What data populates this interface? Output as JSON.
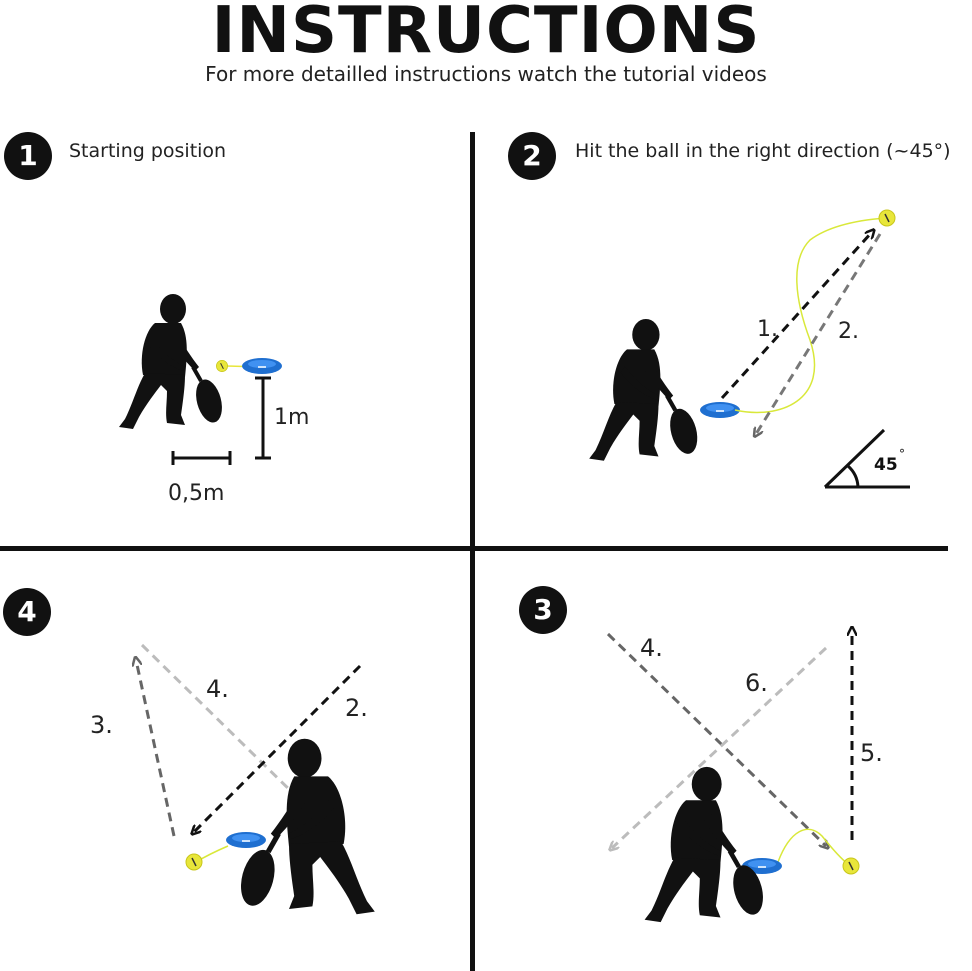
{
  "header": {
    "title": "INSTRUCTIONS",
    "subtitle": "For more detailled instructions watch the tutorial videos"
  },
  "steps": [
    {
      "number": "1",
      "label": "Starting position",
      "measures": {
        "height": "1m",
        "distance": "0,5m"
      }
    },
    {
      "number": "2",
      "label": "Hit the ball in the right direction (~45°)",
      "arrows": [
        "1.",
        "2."
      ],
      "angle": "45",
      "degree_mark": "°"
    },
    {
      "number": "3",
      "label": "",
      "arrows": [
        "4.",
        "5.",
        "6."
      ]
    },
    {
      "number": "4",
      "label": "",
      "arrows": [
        "2.",
        "3.",
        "4."
      ]
    }
  ],
  "colors": {
    "black": "#111111",
    "ball": "#e8e63a",
    "base": "#1f6fd0",
    "dark_grey": "#666666",
    "light_grey": "#bcbcbc"
  }
}
